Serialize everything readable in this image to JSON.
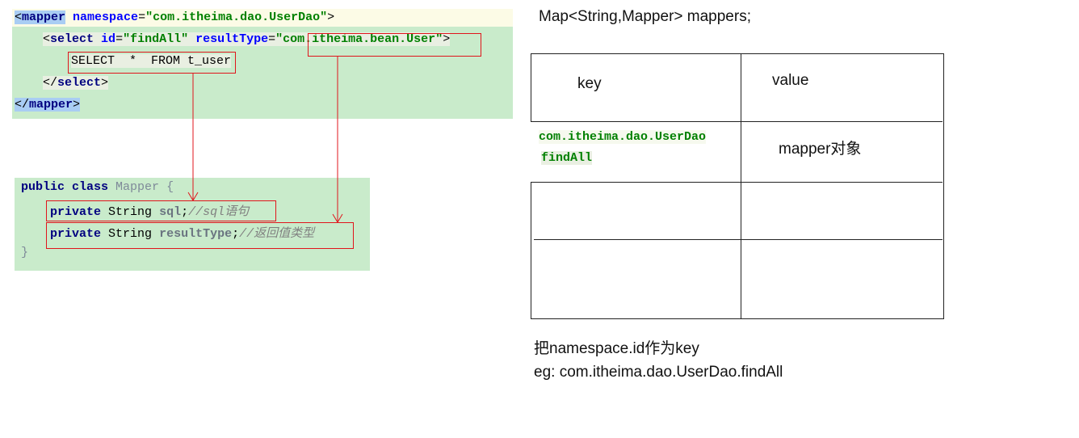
{
  "xml": {
    "line1": {
      "open": "<",
      "tag": "mapper",
      "attr": "namespace",
      "eq": "=",
      "value": "\"com.itheima.dao.UserDao\"",
      "close": ">"
    },
    "line2": {
      "open": "<",
      "tag": "select",
      "attr1": "id",
      "eq1": "=",
      "value1": "\"findAll\"",
      "attr2": "resultType",
      "eq2": "=",
      "q1": "\"",
      "value2": "com.itheima.bean.User",
      "q2": "\"",
      "close": ">"
    },
    "line3": {
      "sql": "SELECT  *  FROM t_user"
    },
    "line4": {
      "open": "</",
      "tag": "select",
      "close": ">"
    },
    "line5": {
      "open": "</",
      "tag": "mapper",
      "close": ">"
    }
  },
  "java": {
    "line1": {
      "kw": "public class",
      "name": "Mapper",
      "brace": "{"
    },
    "line2": {
      "kw": "private",
      "type": "String",
      "field": "sql",
      "semi": ";",
      "comment": "//sql语句"
    },
    "line3": {
      "kw": "private",
      "type": "String",
      "field": "resultType",
      "semi": ";",
      "comment": "//返回值类型"
    },
    "line4": {
      "brace": "}"
    }
  },
  "map": {
    "declaration": "Map<String,Mapper> mappers;",
    "headers": {
      "key": "key",
      "value": "value"
    },
    "row1": {
      "key_line1": "com.itheima.dao.UserDao",
      "key_line2": "findAll",
      "value": "mapper对象"
    }
  },
  "notes": {
    "line1": "把namespace.id作为key",
    "line2": "eg: com.itheima.dao.UserDao.findAll"
  },
  "colors": {
    "code_background": "#c9ebcb",
    "arrow_red": "#e0151c",
    "tag_highlight": "#a9cdf3"
  }
}
